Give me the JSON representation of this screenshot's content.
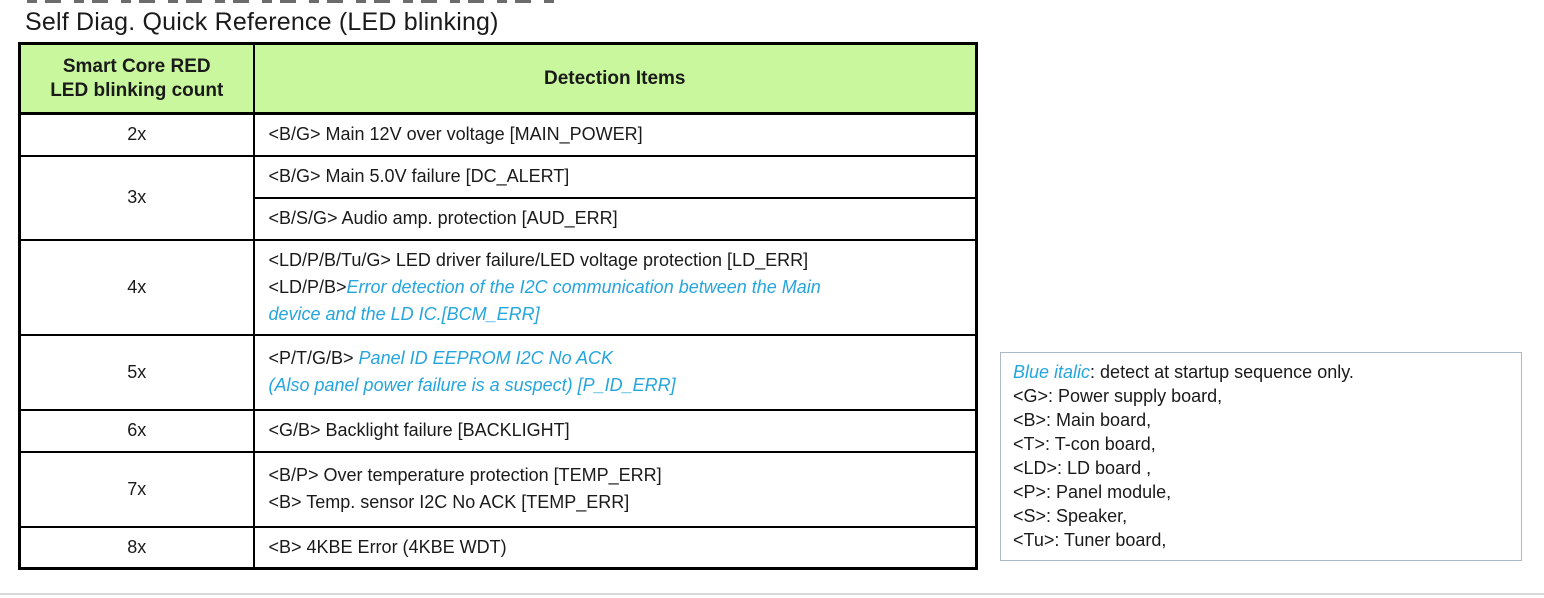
{
  "title": "Self Diag. Quick Reference (LED blinking)",
  "colors": {
    "header_bg": "#c9f79d",
    "blue": "#25a5de",
    "legend_border": "#a9bac6",
    "divider": "#d9d9d9"
  },
  "table": {
    "header": {
      "col1_line1": "Smart Core RED",
      "col1_line2": "LED blinking count",
      "col2": "Detection Items"
    },
    "rows": [
      {
        "count": "2x",
        "items": [
          {
            "lines": [
              [
                {
                  "t": "<B/G> Main 12V over voltage [MAIN_POWER]"
                }
              ]
            ]
          }
        ]
      },
      {
        "count": "3x",
        "items": [
          {
            "lines": [
              [
                {
                  "t": "<B/G> Main 5.0V failure [DC_ALERT]"
                }
              ]
            ]
          },
          {
            "lines": [
              [
                {
                  "t": "<B/S/G> Audio amp. protection [AUD_ERR]"
                }
              ]
            ]
          }
        ]
      },
      {
        "count": "4x",
        "items": [
          {
            "lines": [
              [
                {
                  "t": "<LD/P/B/Tu/G> LED driver failure/LED voltage protection [LD_ERR]"
                }
              ],
              [
                {
                  "t": "<LD/P/B>"
                },
                {
                  "t": "Error detection of the I2C communication between the Main",
                  "b": true
                }
              ],
              [
                {
                  "t": "device and the LD IC.[BCM_ERR]",
                  "b": true
                }
              ]
            ]
          }
        ]
      },
      {
        "count": "5x",
        "items": [
          {
            "lines": [
              [
                {
                  "t": "<P/T/G/B> "
                },
                {
                  "t": "Panel ID EEPROM I2C No ACK",
                  "b": true
                }
              ],
              [
                {
                  "t": "(Also panel power failure is a suspect) [P_ID_ERR]",
                  "b": true
                }
              ]
            ]
          }
        ]
      },
      {
        "count": "6x",
        "items": [
          {
            "lines": [
              [
                {
                  "t": "<G/B> Backlight failure [BACKLIGHT]"
                }
              ]
            ]
          }
        ]
      },
      {
        "count": "7x",
        "items": [
          {
            "lines": [
              [
                {
                  "t": "<B/P> Over temperature protection [TEMP_ERR]"
                }
              ],
              [
                {
                  "t": "<B> Temp. sensor I2C No ACK [TEMP_ERR]"
                }
              ]
            ]
          }
        ]
      },
      {
        "count": "8x",
        "items": [
          {
            "lines": [
              [
                {
                  "t": "<B> 4KBE Error (4KBE WDT)"
                }
              ]
            ]
          }
        ]
      }
    ]
  },
  "legend": {
    "lines": [
      [
        {
          "t": "Blue italic",
          "b": true
        },
        {
          "t": ": detect at startup sequence only."
        }
      ],
      [
        {
          "t": "<G>: Power supply board,"
        }
      ],
      [
        {
          "t": "<B>: Main board,"
        }
      ],
      [
        {
          "t": "<T>: T-con board,"
        }
      ],
      [
        {
          "t": "<LD>: LD board ,"
        }
      ],
      [
        {
          "t": "<P>: Panel module,"
        }
      ],
      [
        {
          "t": "<S>: Speaker,"
        }
      ],
      [
        {
          "t": "<Tu>: Tuner board,"
        }
      ]
    ]
  }
}
